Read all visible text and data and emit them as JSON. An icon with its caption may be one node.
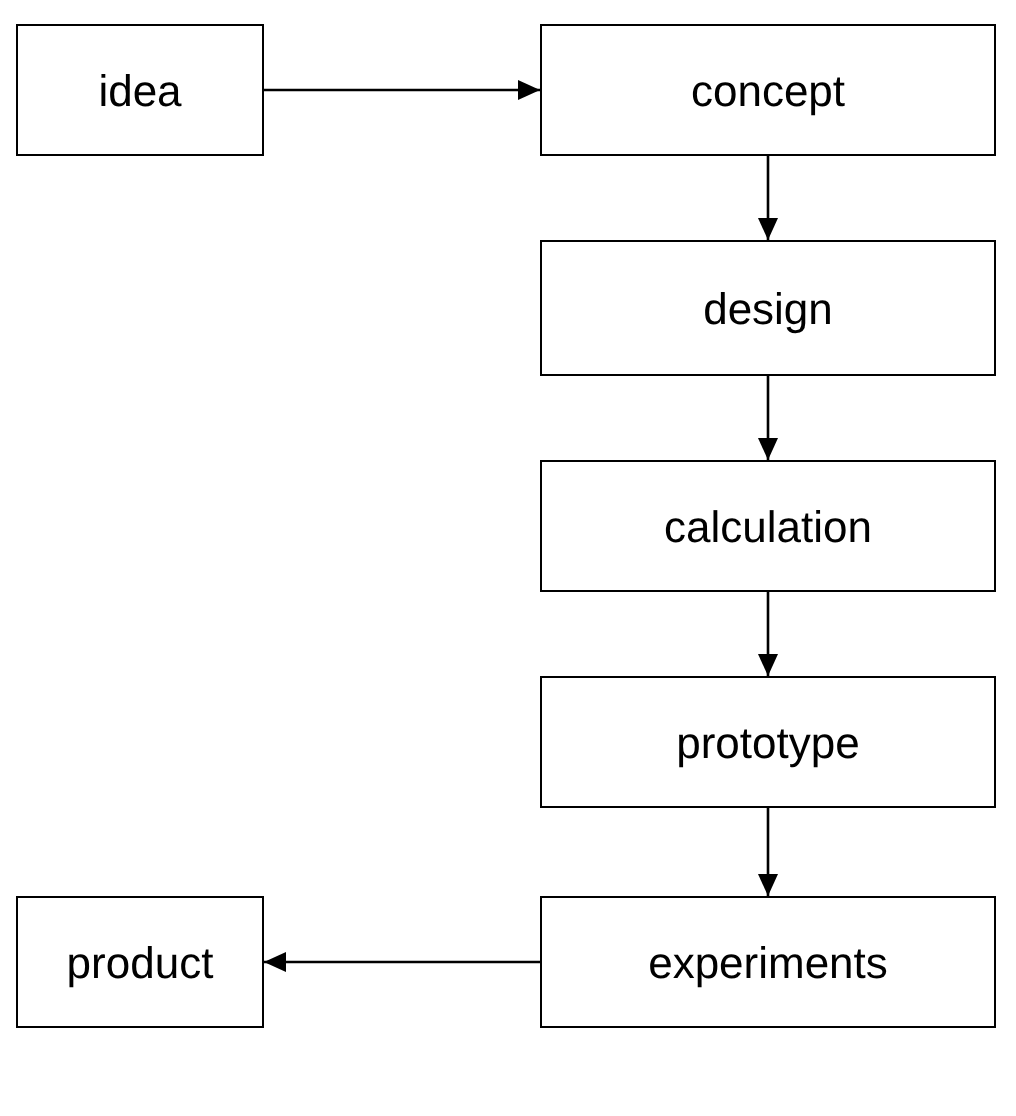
{
  "diagram": {
    "nodes": [
      {
        "text": [
          "idea"
        ]
      },
      {
        "text": [
          "concept"
        ]
      },
      {
        "text": [
          "design"
        ]
      },
      {
        "text": [
          "calculation"
        ]
      },
      {
        "text": [
          "prototype"
        ]
      },
      {
        "text": [
          "experiments"
        ]
      },
      {
        "text": [
          "product"
        ]
      }
    ],
    "edges": [
      {
        "from": 0,
        "to": 1,
        "arrow": "to"
      },
      {
        "from": 1,
        "to": 2,
        "arrow": "to"
      },
      {
        "from": 2,
        "to": 3,
        "arrow": "to"
      },
      {
        "from": 3,
        "to": 4,
        "arrow": "to"
      },
      {
        "from": 4,
        "to": 5,
        "arrow": "to"
      },
      {
        "from": 5,
        "to": 6,
        "arrow": "to"
      }
    ]
  }
}
